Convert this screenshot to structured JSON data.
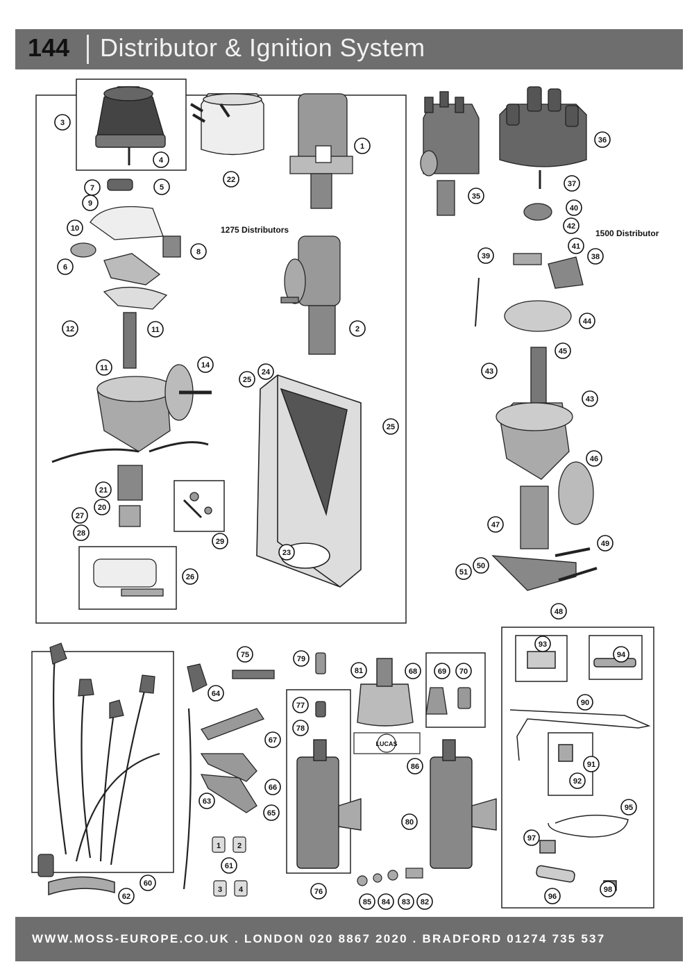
{
  "header": {
    "page_number": "144",
    "title": "Distributor & Ignition System"
  },
  "labels": {
    "dist_1275": "1275 Distributors",
    "dist_1500": "1500 Distributor"
  },
  "footer": {
    "contact": "WWW.MOSS-EUROPE.CO.UK . LONDON 020 8867 2020 . BRADFORD 01274 735 537"
  },
  "parts": {
    "decal_lucas": "LUCAS",
    "lead_markers": [
      "1",
      "2",
      "3",
      "4"
    ]
  },
  "callouts": {
    "c1": "1",
    "c2": "2",
    "c3": "3",
    "c4": "4",
    "c5": "5",
    "c6": "6",
    "c7": "7",
    "c8": "8",
    "c9": "9",
    "c10": "10",
    "c11a": "11",
    "c11b": "11",
    "c12": "12",
    "c14": "14",
    "c20": "20",
    "c21": "21",
    "c22": "22",
    "c23": "23",
    "c24": "24",
    "c25a": "25",
    "c25b": "25",
    "c26": "26",
    "c27": "27",
    "c28": "28",
    "c29": "29",
    "c35": "35",
    "c36": "36",
    "c37": "37",
    "c38": "38",
    "c39": "39",
    "c40": "40",
    "c41": "41",
    "c42": "42",
    "c43a": "43",
    "c43b": "43",
    "c44": "44",
    "c45": "45",
    "c46": "46",
    "c47": "47",
    "c48": "48",
    "c49": "49",
    "c50": "50",
    "c51": "51",
    "c60": "60",
    "c61": "61",
    "c62": "62",
    "c63": "63",
    "c64": "64",
    "c65": "65",
    "c66": "66",
    "c67": "67",
    "c68": "68",
    "c69": "69",
    "c70": "70",
    "c75": "75",
    "c76": "76",
    "c77": "77",
    "c78": "78",
    "c79": "79",
    "c80": "80",
    "c81": "81",
    "c82": "82",
    "c83": "83",
    "c84": "84",
    "c85": "85",
    "c86": "86",
    "c90": "90",
    "c91": "91",
    "c92": "92",
    "c93": "93",
    "c94": "94",
    "c95": "95",
    "c96": "96",
    "c97": "97",
    "c98": "98"
  }
}
